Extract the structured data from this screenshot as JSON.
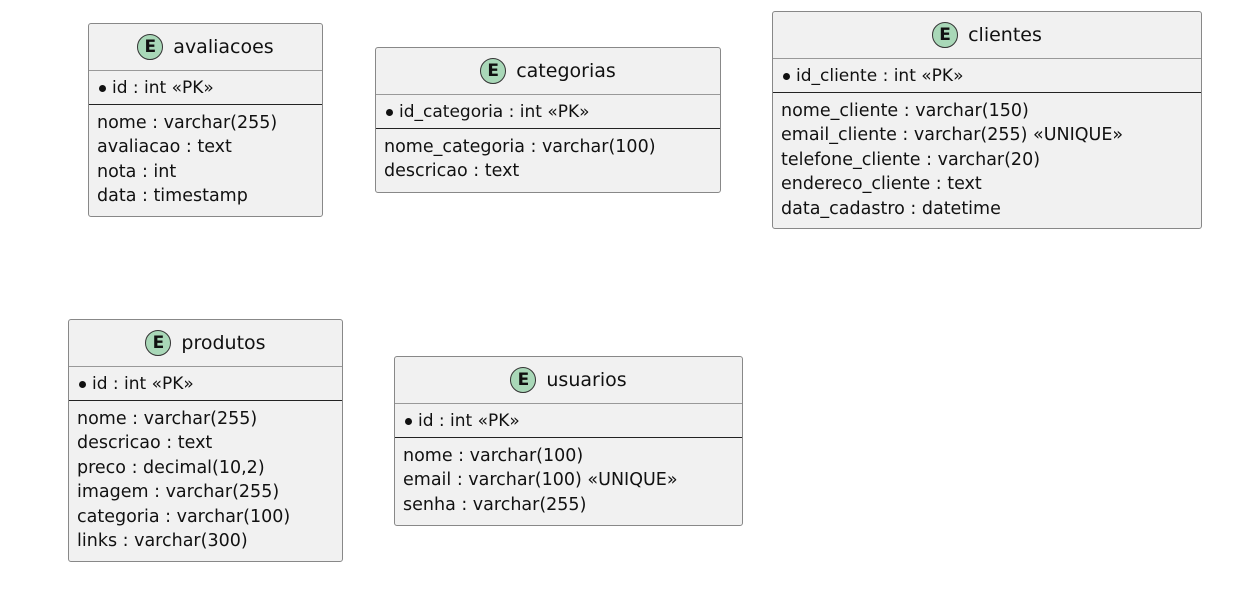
{
  "entities": {
    "avaliacoes": {
      "badge": "E",
      "name": "avaliacoes",
      "pk": "id : int «PK»",
      "attributes": [
        "nome : varchar(255)",
        "avaliacao : text",
        "nota : int",
        "data : timestamp"
      ]
    },
    "categorias": {
      "badge": "E",
      "name": "categorias",
      "pk": "id_categoria : int «PK»",
      "attributes": [
        "nome_categoria : varchar(100)",
        "descricao : text"
      ]
    },
    "clientes": {
      "badge": "E",
      "name": "clientes",
      "pk": "id_cliente : int «PK»",
      "attributes": [
        "nome_cliente : varchar(150)",
        "email_cliente : varchar(255) «UNIQUE»",
        "telefone_cliente : varchar(20)",
        "endereco_cliente : text",
        "data_cadastro : datetime"
      ]
    },
    "produtos": {
      "badge": "E",
      "name": "produtos",
      "pk": "id : int «PK»",
      "attributes": [
        "nome : varchar(255)",
        "descricao : text",
        "preco : decimal(10,2)",
        "imagem : varchar(255)",
        "categoria : varchar(100)",
        "links : varchar(300)"
      ]
    },
    "usuarios": {
      "badge": "E",
      "name": "usuarios",
      "pk": "id : int «PK»",
      "attributes": [
        "nome : varchar(100)",
        "email : varchar(100) «UNIQUE»",
        "senha : varchar(255)"
      ]
    }
  },
  "colors": {
    "entity_fill": "#f1f1f1",
    "entity_border": "#888888",
    "badge_fill": "#a9d8b8"
  }
}
